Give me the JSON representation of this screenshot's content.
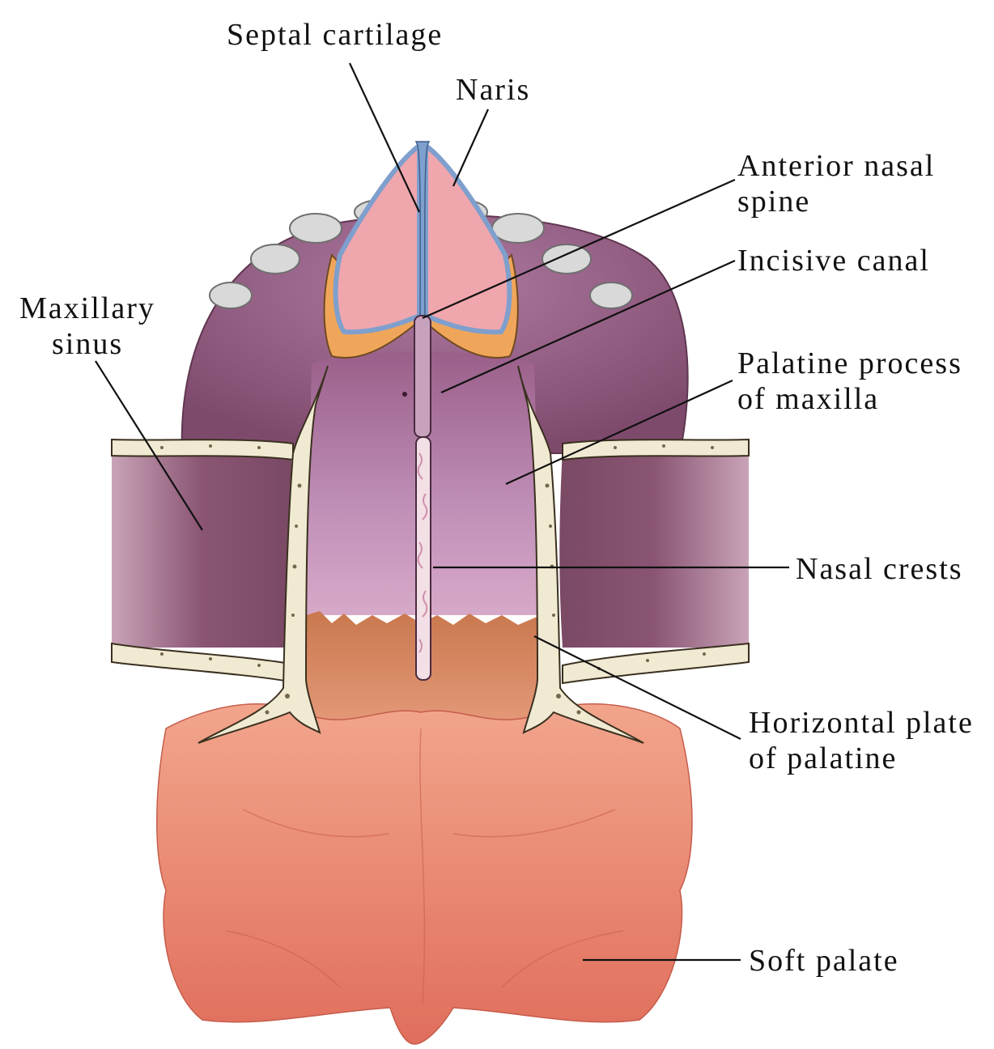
{
  "labels": {
    "septal_cartilage": "Septal cartilage",
    "naris": "Naris",
    "anterior_nasal_spine_line1": "Anterior nasal",
    "anterior_nasal_spine_line2": "spine",
    "incisive_canal": "Incisive canal",
    "maxillary_sinus_line1": "Maxillary",
    "maxillary_sinus_line2": "sinus",
    "palatine_process_line1": "Palatine process",
    "palatine_process_line2": "of maxilla",
    "nasal_crests": "Nasal crests",
    "horizontal_plate_line1": "Horizontal plate",
    "horizontal_plate_line2": "of palatine",
    "soft_palate": "Soft palate"
  },
  "colors": {
    "palatine_process": "#a66c94",
    "maxillary_sinus": "#8a5573",
    "horizontal_plate": "#d98a63",
    "soft_palate": "#e9836d",
    "bone": "#f1ead2",
    "cartilage": "#7f9fcd",
    "nasal_mucosa": "#f0a6ad",
    "orange_bone": "#f0a65a",
    "leader_line": "#111111"
  }
}
